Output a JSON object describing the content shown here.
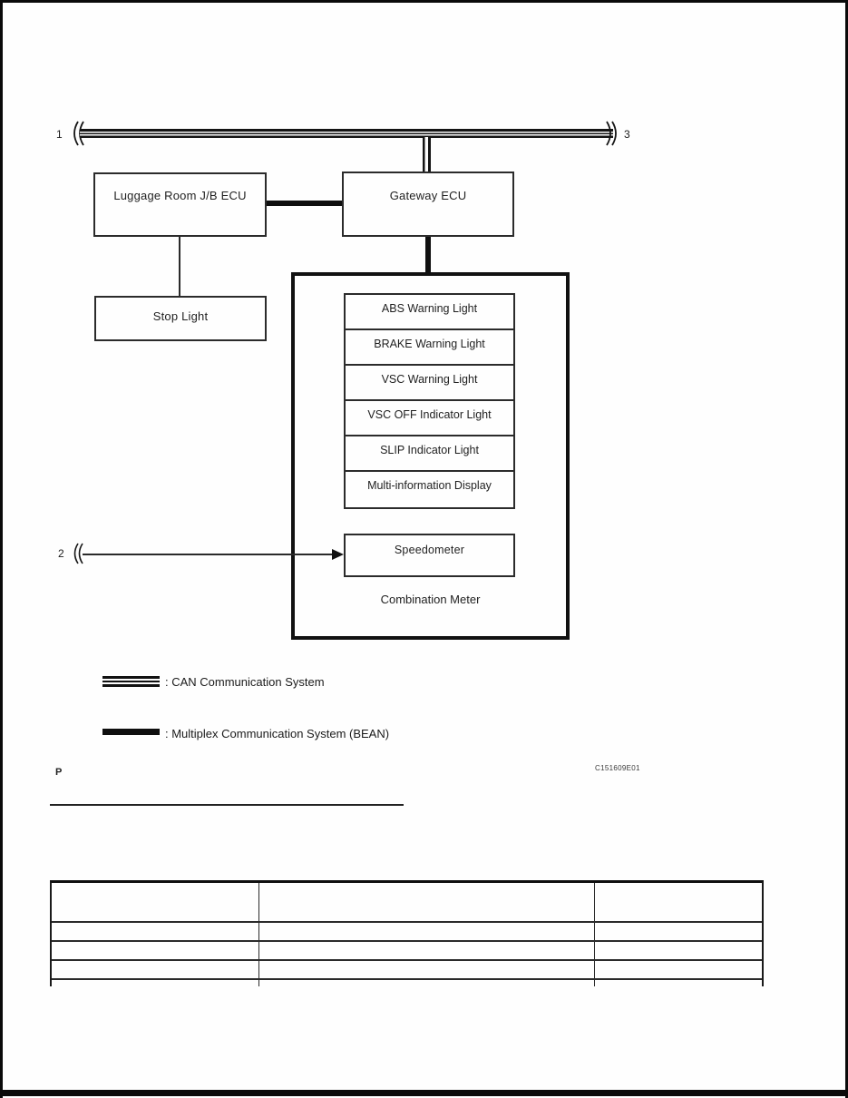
{
  "markers": {
    "bus_left": "1",
    "bus_right": "3",
    "speedometer_arrow": "2"
  },
  "diagram": {
    "nodes": {
      "luggage": "Luggage Room J/B ECU",
      "gateway": "Gateway ECU",
      "stop_light": "Stop Light",
      "speedometer": "Speedometer",
      "combination_meter": "Combination Meter"
    },
    "meter_items": [
      "ABS Warning Light",
      "BRAKE Warning Light",
      "VSC Warning Light",
      "VSC OFF Indicator Light",
      "SLIP Indicator Light",
      "Multi-information Display"
    ]
  },
  "legend": {
    "can_label": ": CAN Communication System",
    "bean_label": ": Multiplex Communication System (BEAN)"
  },
  "footer": {
    "page_letter": "P",
    "figure_code": "C151609E01"
  },
  "colors": {
    "line": "#111111",
    "paper": "#fefefe"
  }
}
